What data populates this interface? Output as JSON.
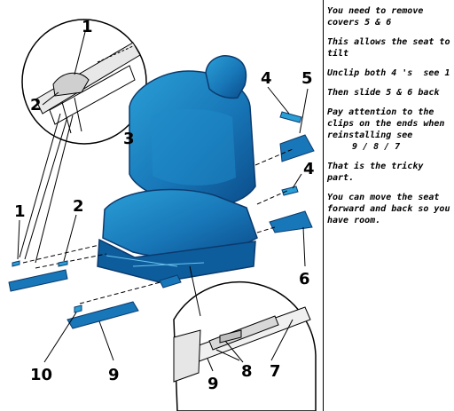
{
  "colors": {
    "seat_light": "#2a9fd6",
    "seat_mid": "#1877b8",
    "seat_dark": "#0b4c8a",
    "line": "#000000"
  },
  "callouts": {
    "c1_inset": "1",
    "c2_inset": "2",
    "c3": "3",
    "c4_top": "4",
    "c5": "5",
    "c4_right": "4",
    "c6": "6",
    "c1_left": "1",
    "c2_left": "2",
    "c10": "10",
    "c9_bottom": "9",
    "c8": "8",
    "c7": "7",
    "c9_inset": "9"
  },
  "notes": [
    "You need to remove covers 5 & 6",
    "This allows the seat to tilt",
    "Unclip both 4 's  see 1",
    "Then slide 5 & 6 back",
    "Pay attention to the clips on the ends when reinstalling see",
    "9 / 8 / 7",
    "That is the tricky part.",
    "You can move the seat forward and back so you have room."
  ]
}
